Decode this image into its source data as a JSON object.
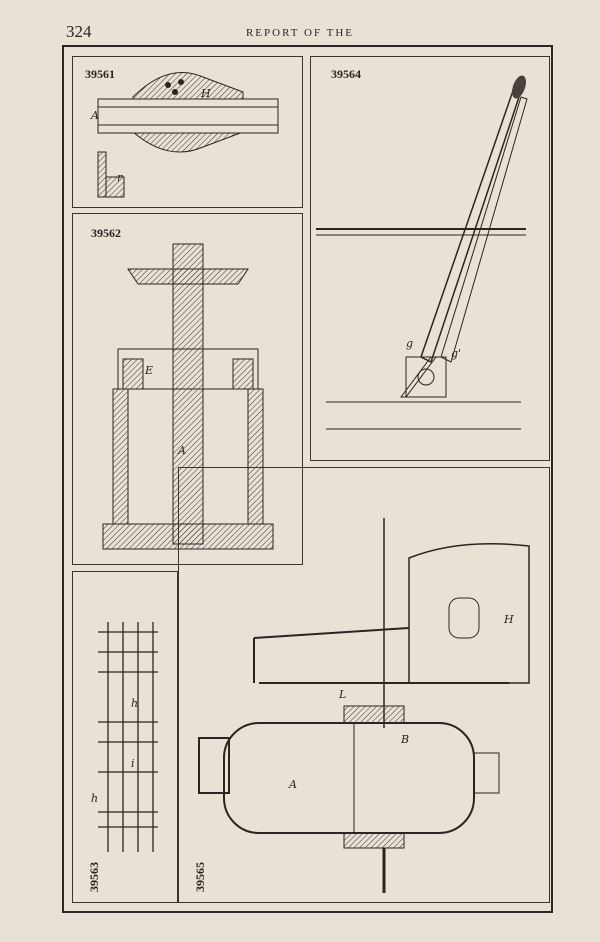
{
  "header": {
    "page_number": "324",
    "running_head": "REPORT OF THE"
  },
  "figures": [
    {
      "id": "39561",
      "letters": [
        "A",
        "H",
        "r"
      ]
    },
    {
      "id": "39564",
      "letters": [
        "g",
        "g'"
      ]
    },
    {
      "id": "39562",
      "letters": [
        "E",
        "A"
      ]
    },
    {
      "id": "39563",
      "letters": [
        "h",
        "i",
        "h"
      ]
    },
    {
      "id": "39565",
      "letters": [
        "A",
        "L",
        "B",
        "H"
      ]
    }
  ],
  "colors": {
    "paper": "#e9e1d6",
    "ink": "#2a2520"
  }
}
